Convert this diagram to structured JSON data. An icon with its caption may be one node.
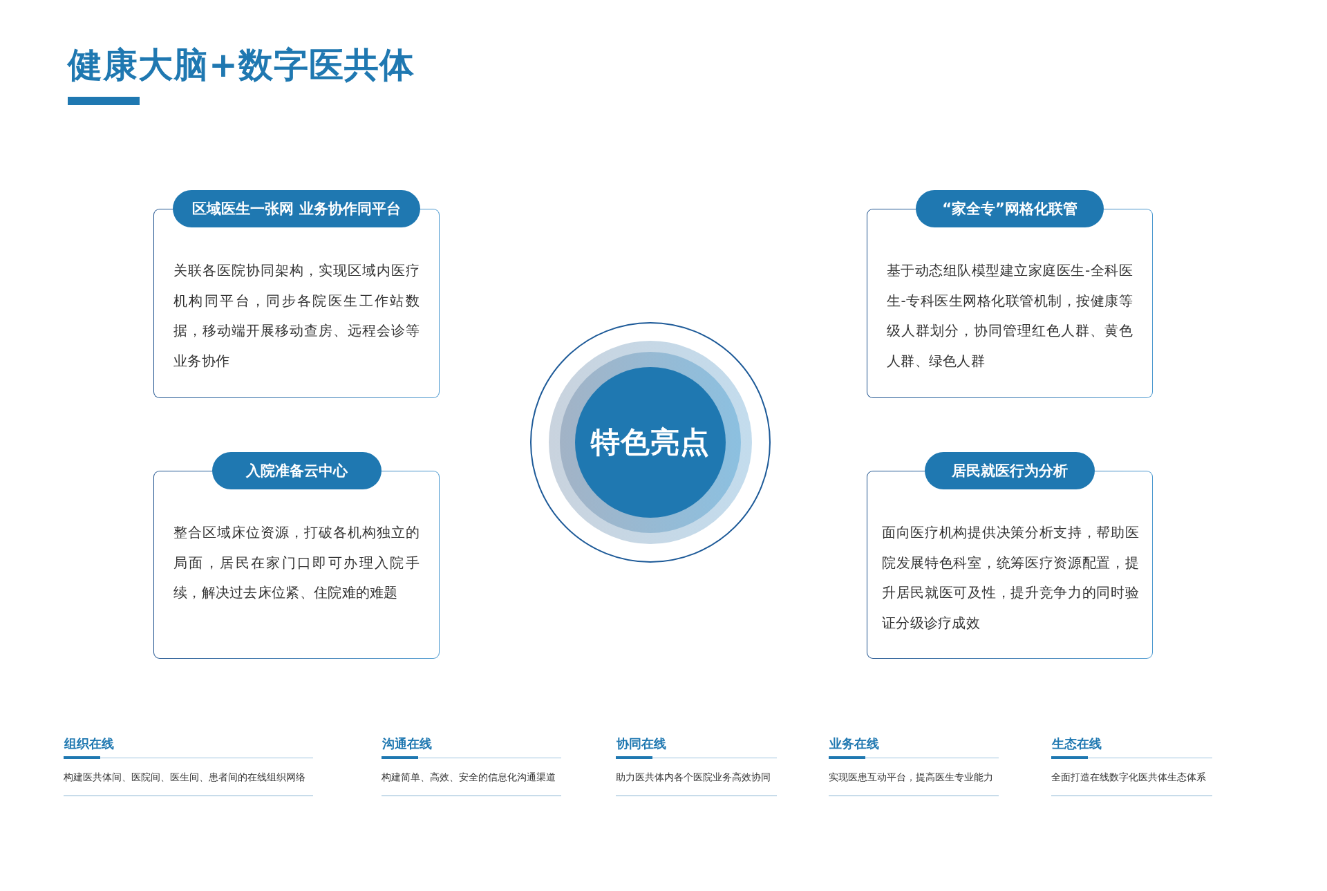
{
  "diagram": {
    "title": "健康大脑+数字医共体",
    "nodes": [
      {
        "text": [
          "区域医生一张网 业务协作同平台",
          "关联各医院协同架构，实现区域内医疗机构同平台，同步各院医生工作站数据，移动端开展移动查房、远程会诊等业务协作"
        ]
      },
      {
        "text": [
          "“家全专”网格化联管",
          "基于动态组队模型建立家庭医生-全科医生-专科医生网格化联管机制，按健康等级人群划分，协同管理红色人群、黄色人群、绿色人群"
        ]
      },
      {
        "text": [
          "特色亮点"
        ]
      },
      {
        "text": [
          "入院准备云中心",
          "整合区域床位资源，打破各机构独立的局面，居民在家门口即可办理入院手续，解决过去床位紧、住院难的难题"
        ]
      },
      {
        "text": [
          "居民就医行为分析",
          "面向医疗机构提供决策分析支持，帮助医院发展特色科室，统筹医疗资源配置，提升居民就医可及性，提升竞争力的同时验证分级诊疗成效"
        ]
      }
    ],
    "labels": [
      "组织在线",
      "构建医共体间、医院间、医生间、患者间的在线组织网络",
      "沟通在线",
      "构建简单、高效、安全的信息化沟通渠道",
      "协同在线",
      "助力医共体内各个医院业务高效协同",
      "业务在线",
      "实现医患互动平台，提高医生专业能力",
      "生态在线",
      "全面打造在线数字化医共体生态体系"
    ]
  }
}
